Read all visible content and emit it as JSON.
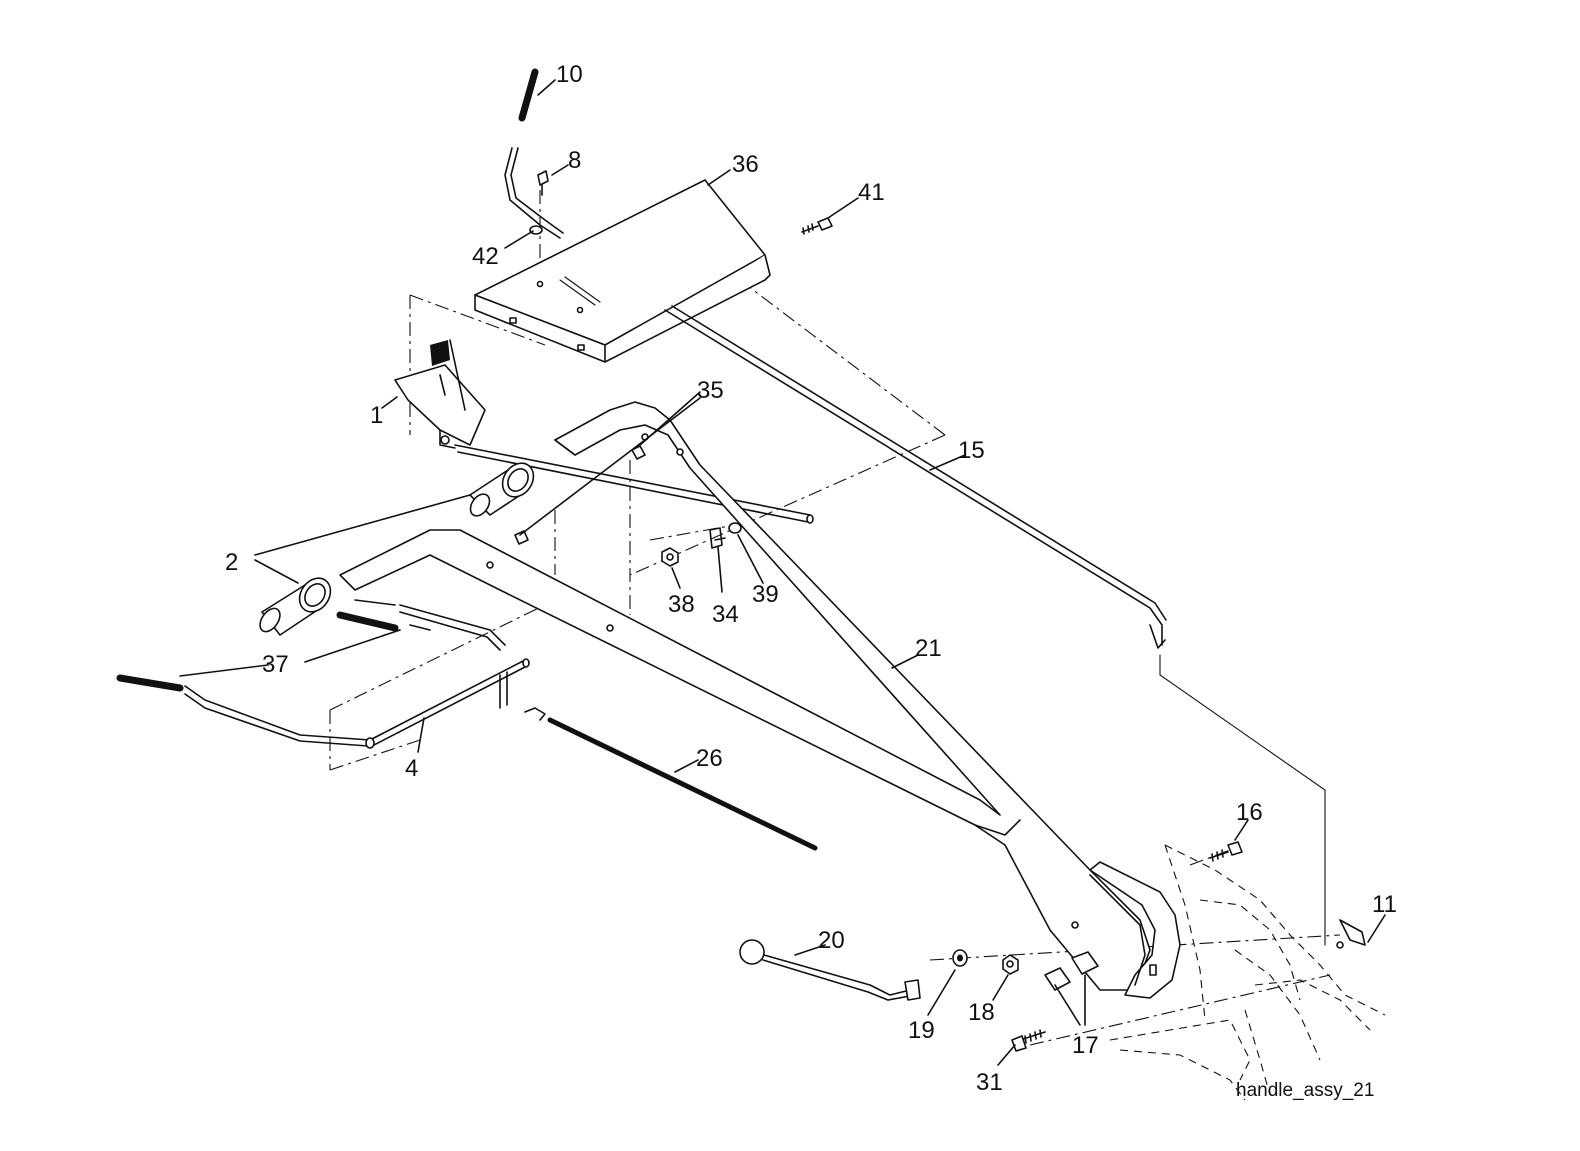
{
  "caption": "handle_assy_21",
  "callouts": [
    {
      "id": "10",
      "text": "10"
    },
    {
      "id": "8",
      "text": "8"
    },
    {
      "id": "36",
      "text": "36"
    },
    {
      "id": "41",
      "text": "41"
    },
    {
      "id": "42",
      "text": "42"
    },
    {
      "id": "1",
      "text": "1"
    },
    {
      "id": "35",
      "text": "35"
    },
    {
      "id": "15",
      "text": "15"
    },
    {
      "id": "2",
      "text": "2"
    },
    {
      "id": "38",
      "text": "38"
    },
    {
      "id": "34",
      "text": "34"
    },
    {
      "id": "39",
      "text": "39"
    },
    {
      "id": "37",
      "text": "37"
    },
    {
      "id": "21",
      "text": "21"
    },
    {
      "id": "4",
      "text": "4"
    },
    {
      "id": "26",
      "text": "26"
    },
    {
      "id": "16",
      "text": "16"
    },
    {
      "id": "11",
      "text": "11"
    },
    {
      "id": "20",
      "text": "20"
    },
    {
      "id": "19",
      "text": "19"
    },
    {
      "id": "18",
      "text": "18"
    },
    {
      "id": "17",
      "text": "17"
    },
    {
      "id": "31",
      "text": "31"
    }
  ]
}
